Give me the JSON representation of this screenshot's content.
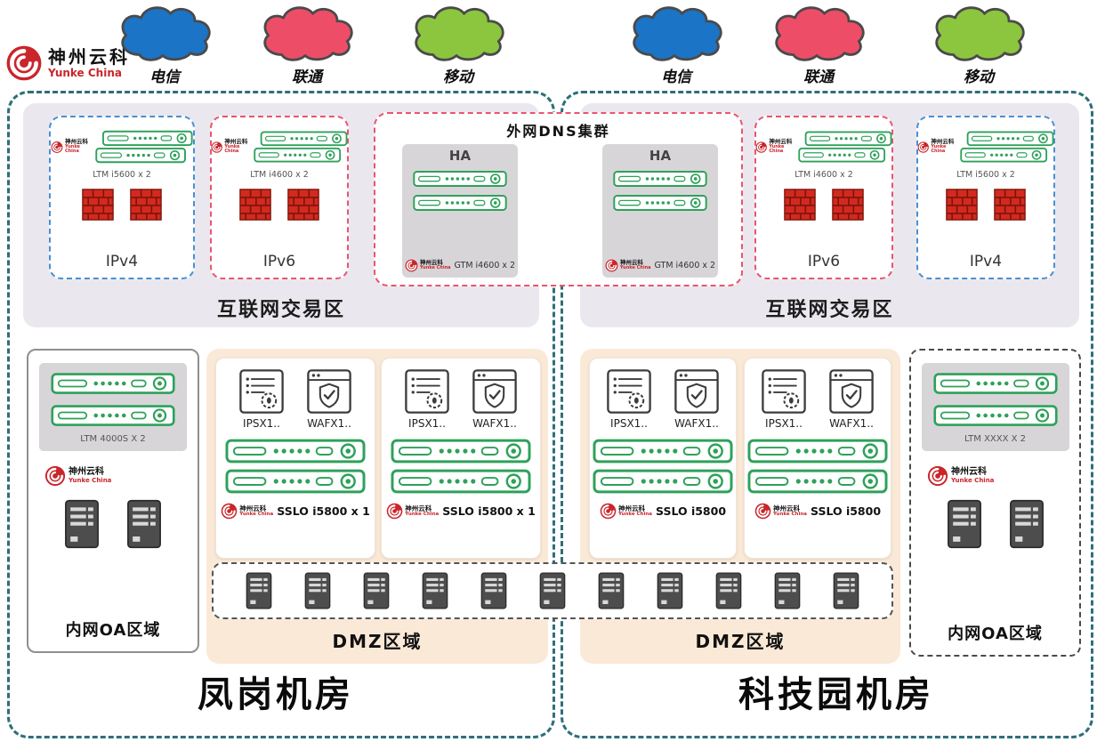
{
  "brand": {
    "cn": "神州云科",
    "en": "Yunke China"
  },
  "carriers": [
    {
      "label": "电信",
      "color": "#1b74c5"
    },
    {
      "label": "联通",
      "color": "#ee4d68"
    },
    {
      "label": "移动",
      "color": "#8cc63f"
    }
  ],
  "colors": {
    "datacenter_border": "#2e6f7a",
    "ipv4_border": "#4a8fd3",
    "ipv6_border": "#e85570",
    "appliance_green": "#2ea15a",
    "dmz_background": "#fbe9d7",
    "firewall_red": "#d22a1e",
    "brand_red": "#c9252b",
    "zone_gray": "#eae8ee"
  },
  "dns_cluster": {
    "title": "外网DNS集群",
    "ha_label": "HA",
    "device": "GTM i4600 x 2"
  },
  "left_dc": {
    "name": "凤岗机房",
    "internet_zone": {
      "label": "互联网交易区",
      "ipv4_label": "IPv4",
      "ipv4_device": "LTM i5600 x 2",
      "ipv6_label": "IPv6",
      "ipv6_device": "LTM i4600 x 2"
    },
    "oa_zone": {
      "label": "内网OA区域",
      "device": "LTM 4000S X 2"
    },
    "dmz": {
      "label": "DMZ区域",
      "clusters": [
        {
          "ips": "IPSX1..",
          "waf": "WAFX1..",
          "sslo": "SSLO i5800 x 1"
        },
        {
          "ips": "IPSX1..",
          "waf": "WAFX1..",
          "sslo": "SSLO i5800 x 1"
        }
      ]
    }
  },
  "right_dc": {
    "name": "科技园机房",
    "internet_zone": {
      "label": "互联网交易区",
      "ipv4_label": "IPv4",
      "ipv4_device": "LTM i5600 x 2",
      "ipv6_label": "IPv6",
      "ipv6_device": "LTM i4600 x 2"
    },
    "oa_zone": {
      "label": "内网OA区域",
      "device": "LTM XXXX X 2"
    },
    "dmz": {
      "label": "DMZ区域",
      "clusters": [
        {
          "ips": "IPSX1..",
          "waf": "WAFX1..",
          "sslo": "SSLO i5800"
        },
        {
          "ips": "IPSX1..",
          "waf": "WAFX1..",
          "sslo": "SSLO i5800"
        }
      ]
    }
  }
}
